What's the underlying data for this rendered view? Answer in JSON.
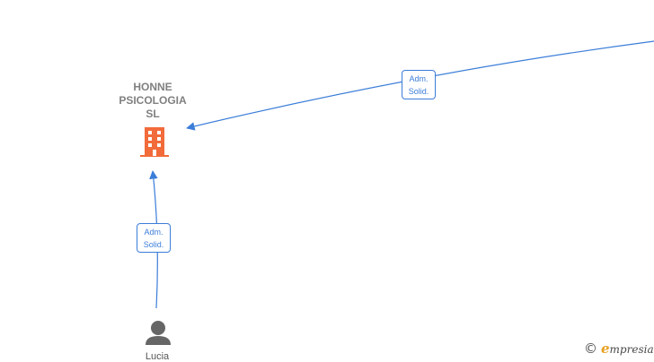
{
  "diagram": {
    "company": {
      "name_lines": [
        "HONNE",
        "PSICOLOGIA",
        "SL"
      ],
      "icon": "building-icon",
      "icon_color": "#f26b3a"
    },
    "person": {
      "name": "Lucia",
      "icon": "person-icon",
      "icon_color": "#666666"
    },
    "edges": [
      {
        "from": "offscreen-right",
        "to": "company",
        "label_lines": [
          "Adm.",
          "Solid."
        ]
      },
      {
        "from": "person",
        "to": "company",
        "label_lines": [
          "Adm.",
          "Solid."
        ]
      }
    ],
    "edge_color": "#3b7dd8"
  },
  "watermark": {
    "copyright": "©",
    "brand_initial": "e",
    "brand_rest": "mpresia",
    "brand_color": "#e8a020"
  }
}
